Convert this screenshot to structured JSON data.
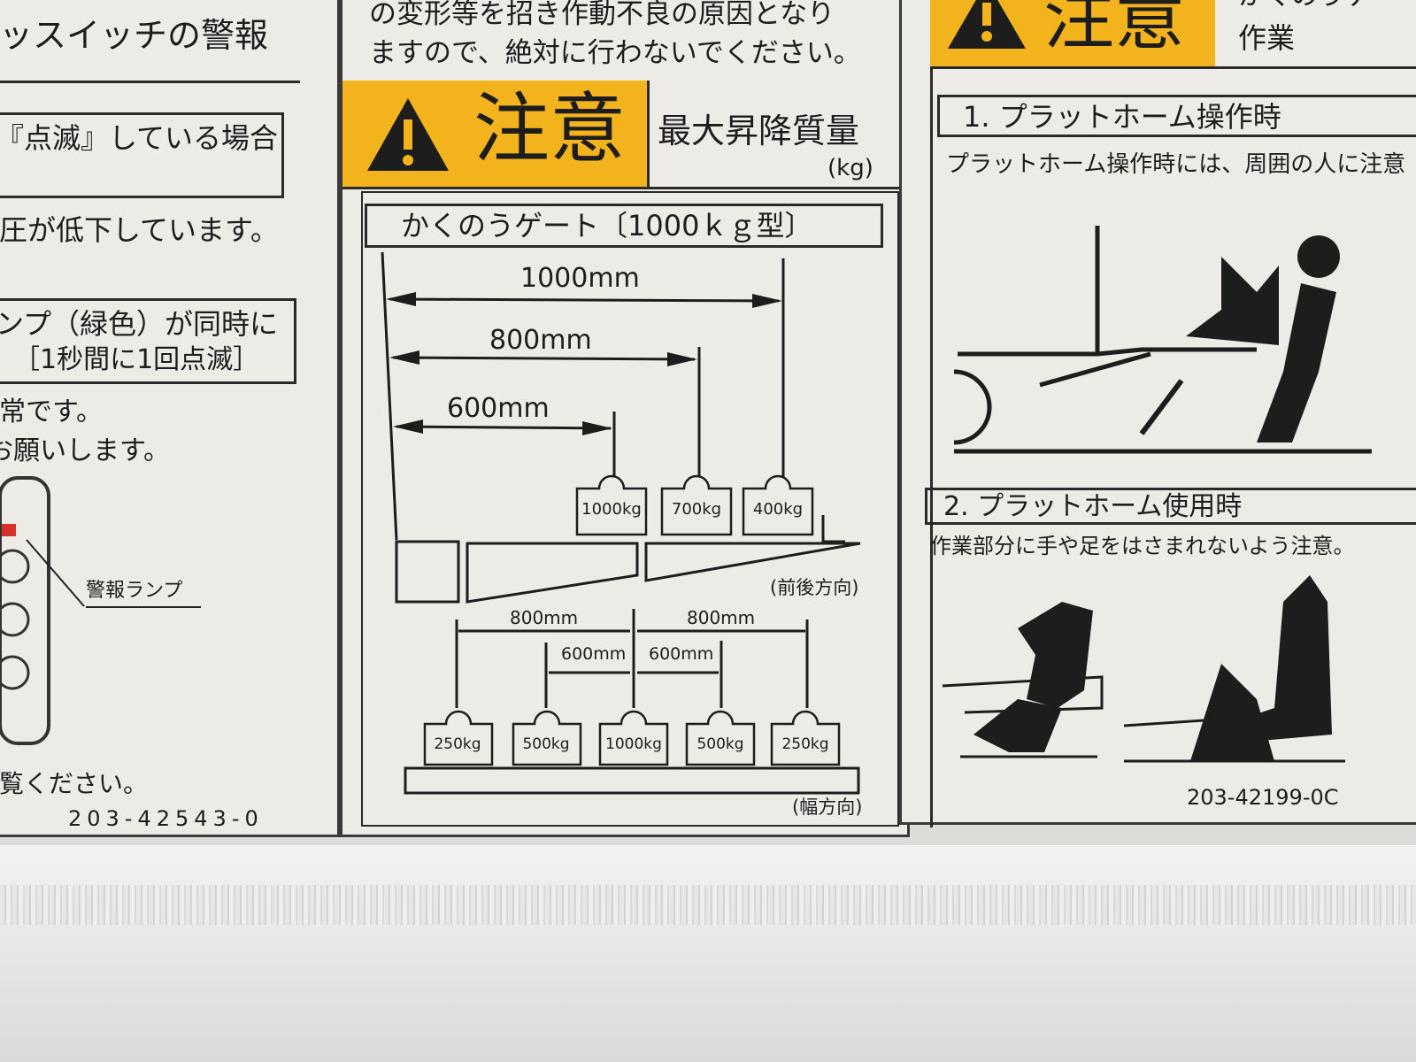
{
  "left_label": {
    "title": "ッスイッチの警報",
    "box1": "『点滅』している場合",
    "line1": "圧が低下しています。",
    "box2_line1": "ンプ（緑色）が同時に",
    "box2_line2": "［1秒間に1回点滅］",
    "line2": "常です。",
    "line3": "お願いします。",
    "lamp_label": "警報ランプ",
    "line4": "覧ください。",
    "code": "203-42543-0",
    "lamp_color": "#d8302a"
  },
  "middle_label": {
    "top_line1": "の変形等を招き作動不良の原因となり",
    "top_line2": "ますので、絶対に行わないでください。",
    "caution": "注意",
    "heading": "最大昇降質量",
    "unit": "(kg)",
    "model": "かくのうゲート〔1000ｋｇ型〕",
    "front_back": {
      "distances": [
        "1000mm",
        "800mm",
        "600mm"
      ],
      "weights": [
        "1000kg",
        "700kg",
        "400kg"
      ],
      "direction": "(前後方向)"
    },
    "width": {
      "outer_distances": [
        "800mm",
        "800mm"
      ],
      "inner_distances": [
        "600mm",
        "600mm"
      ],
      "weights": [
        "250kg",
        "500kg",
        "1000kg",
        "500kg",
        "250kg"
      ],
      "direction": "(幅方向)"
    },
    "accent": "#f2b31c"
  },
  "right_label": {
    "caution": "注意",
    "title_line1": "かくのうゲー",
    "title_line2": "作業",
    "section1": "1. プラットホーム操作時",
    "section1_text": "プラットホーム操作時には、周囲の人に注意",
    "section2": "2. プラットホーム使用時",
    "section2_text": "作業部分に手や足をはさまれないよう注意。",
    "code": "203-42199-0C"
  }
}
